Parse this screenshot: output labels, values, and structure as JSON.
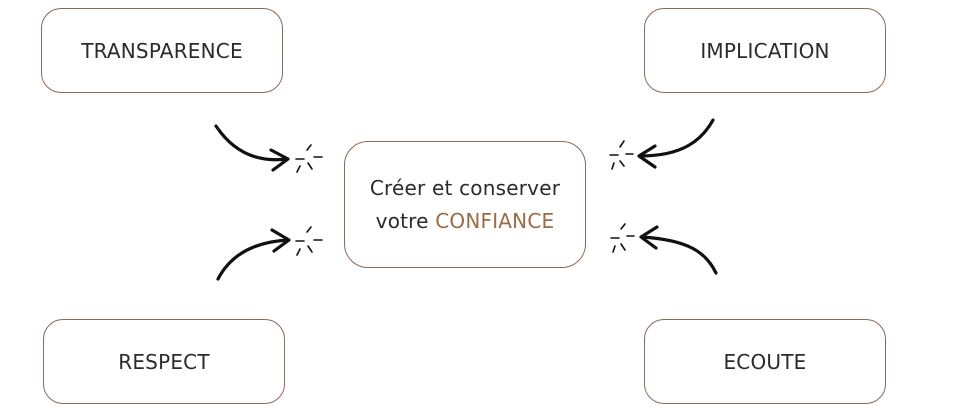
{
  "boxes": {
    "top_left": "TRANSPARENCE",
    "top_right": "IMPLICATION",
    "bottom_left": "RESPECT",
    "bottom_right": "ECOUTE"
  },
  "center": {
    "line1": "Créer et conserver",
    "line2_prefix": "votre ",
    "line2_emphasis": "CONFIANCE"
  },
  "colors": {
    "box_border": "#8a6a55",
    "accent": "#9a6b45",
    "arrow": "#111111"
  },
  "icons": [
    "curved-arrow-icon",
    "spark-icon"
  ]
}
